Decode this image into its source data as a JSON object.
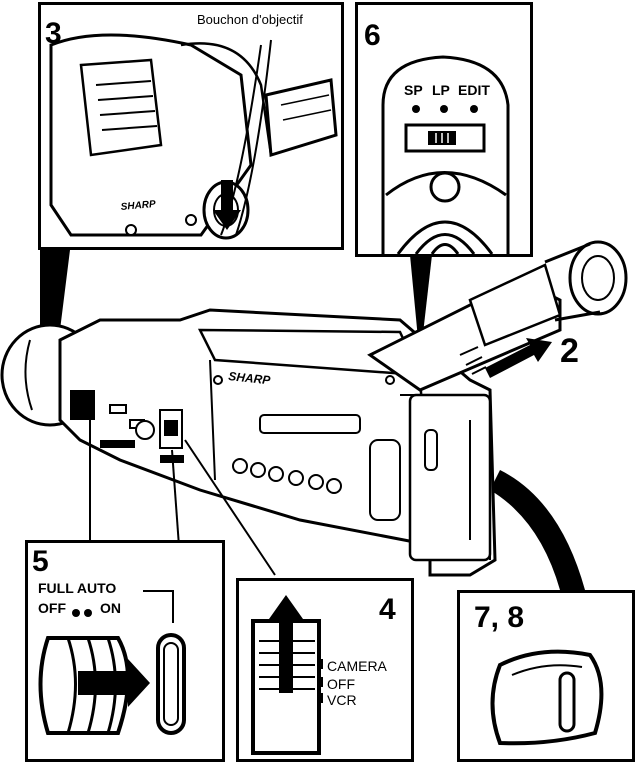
{
  "panels": {
    "p3": {
      "step": "3",
      "lens_cap_label": "Bouchon d'objectif",
      "brand": "SHARP"
    },
    "p6": {
      "step": "6",
      "speed_labels": [
        "SP",
        "LP",
        "EDIT"
      ]
    },
    "p5": {
      "step": "5",
      "switch_title": "FULL AUTO",
      "off_label": "OFF",
      "on_label": "ON"
    },
    "p4": {
      "step": "4",
      "positions": [
        "CAMERA",
        "OFF",
        "VCR"
      ]
    },
    "p78": {
      "step": "7, 8"
    }
  },
  "main": {
    "brand": "SHARP",
    "eyepiece_step": "2"
  },
  "colors": {
    "ink": "#000000",
    "paper": "#ffffff"
  }
}
